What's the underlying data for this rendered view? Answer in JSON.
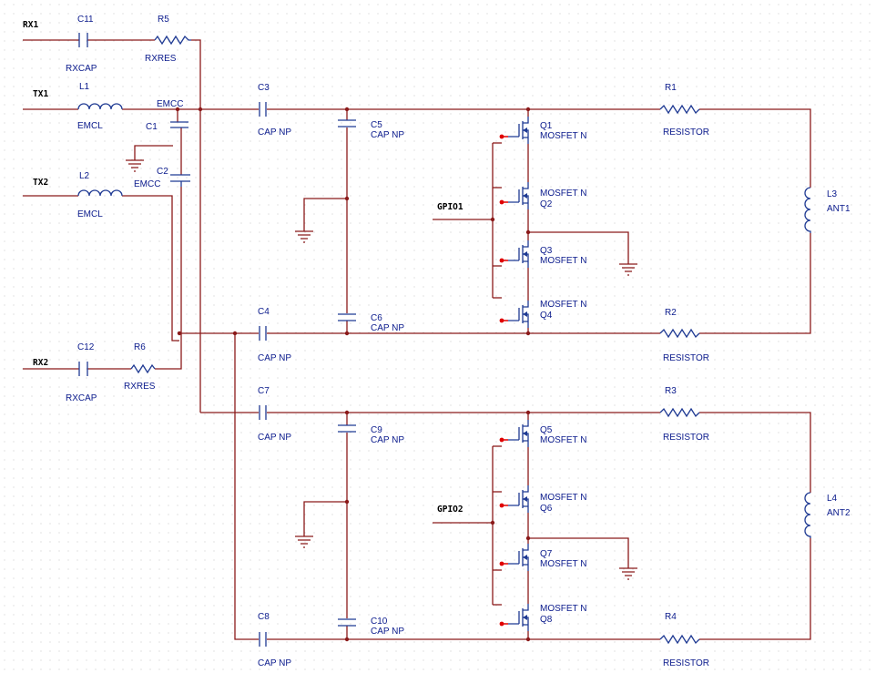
{
  "colors": {
    "wire": "#8b1a1a",
    "component": "#1f3a93",
    "label": "#0a1a8c",
    "pin": "#e00000",
    "grid": "#c8c8c8"
  },
  "nets": {
    "rx1": "RX1",
    "tx1": "TX1",
    "tx2": "TX2",
    "rx2": "RX2",
    "gpio1": "GPIO1",
    "gpio2": "GPIO2"
  },
  "parts": {
    "c11": {
      "ref": "C11",
      "val": "RXCAP"
    },
    "r5": {
      "ref": "R5",
      "val": "RXRES"
    },
    "l1": {
      "ref": "L1",
      "val": "EMCL"
    },
    "l2": {
      "ref": "L2",
      "val": "EMCL"
    },
    "c1": {
      "ref": "C1",
      "val": "EMCC"
    },
    "c2": {
      "ref": "C2",
      "val": "EMCC"
    },
    "c12": {
      "ref": "C12",
      "val": "RXCAP"
    },
    "r6": {
      "ref": "R6",
      "val": "RXRES"
    },
    "c3": {
      "ref": "C3",
      "val": "CAP NP"
    },
    "c4": {
      "ref": "C4",
      "val": "CAP NP"
    },
    "c5": {
      "ref": "C5",
      "val": "CAP NP"
    },
    "c6": {
      "ref": "C6",
      "val": "CAP NP"
    },
    "c7": {
      "ref": "C7",
      "val": "CAP NP"
    },
    "c8": {
      "ref": "C8",
      "val": "CAP NP"
    },
    "c9": {
      "ref": "C9",
      "val": "CAP NP"
    },
    "c10": {
      "ref": "C10",
      "val": "CAP NP"
    },
    "q1": {
      "ref": "Q1",
      "val": "MOSFET N"
    },
    "q2": {
      "ref": "Q2",
      "val": "MOSFET N"
    },
    "q3": {
      "ref": "Q3",
      "val": "MOSFET N"
    },
    "q4": {
      "ref": "Q4",
      "val": "MOSFET N"
    },
    "q5": {
      "ref": "Q5",
      "val": "MOSFET N"
    },
    "q6": {
      "ref": "Q6",
      "val": "MOSFET N"
    },
    "q7": {
      "ref": "Q7",
      "val": "MOSFET N"
    },
    "q8": {
      "ref": "Q8",
      "val": "MOSFET N"
    },
    "r1": {
      "ref": "R1",
      "val": "RESISTOR"
    },
    "r2": {
      "ref": "R2",
      "val": "RESISTOR"
    },
    "r3": {
      "ref": "R3",
      "val": "RESISTOR"
    },
    "r4": {
      "ref": "R4",
      "val": "RESISTOR"
    },
    "l3": {
      "ref": "L3",
      "val": "ANT1"
    },
    "l4": {
      "ref": "L4",
      "val": "ANT2"
    }
  }
}
